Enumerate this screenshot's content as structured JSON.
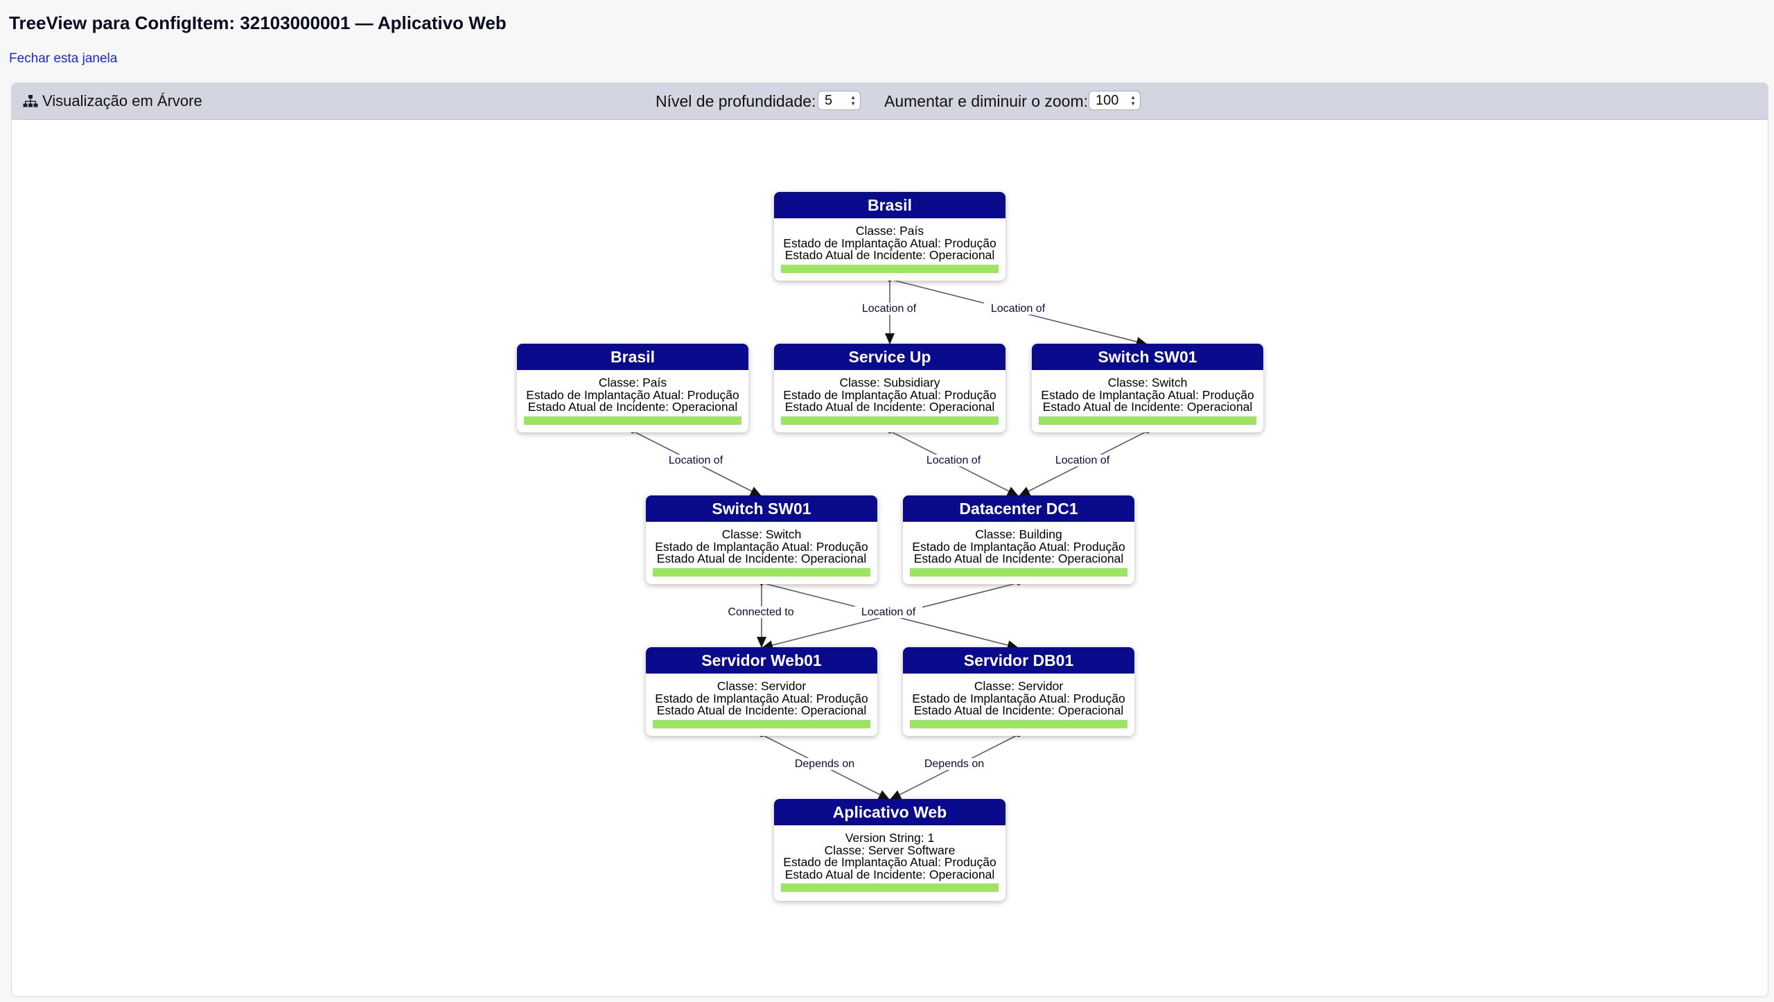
{
  "page": {
    "title": "TreeView para ConfigItem: 32103000001 — Aplicativo Web",
    "close_link": "Fechar esta janela"
  },
  "widget": {
    "title": "Visualização em Árvore",
    "title_icon": "sitemap-icon",
    "depth_label": "Nível de profundidade:",
    "depth_value": "5",
    "zoom_label": "Aumentar e diminuir o zoom:",
    "zoom_value": "100"
  },
  "colors": {
    "node_header": "#0a0a8c",
    "status_operational": "#9be562",
    "panel_header": "#d3d6e0",
    "link": "#1a28d6"
  },
  "nodes": [
    {
      "id": "n1",
      "name": "Brasil",
      "lines": [
        "Classe: País",
        "Estado de Implantação Atual: Produção",
        "Estado Atual de Incidente: Operacional"
      ]
    },
    {
      "id": "n2",
      "name": "Brasil",
      "lines": [
        "Classe: País",
        "Estado de Implantação Atual: Produção",
        "Estado Atual de Incidente: Operacional"
      ]
    },
    {
      "id": "n3",
      "name": "Service Up",
      "lines": [
        "Classe: Subsidiary",
        "Estado de Implantação Atual: Produção",
        "Estado Atual de Incidente: Operacional"
      ]
    },
    {
      "id": "n4",
      "name": "Switch SW01",
      "lines": [
        "Classe: Switch",
        "Estado de Implantação Atual: Produção",
        "Estado Atual de Incidente: Operacional"
      ]
    },
    {
      "id": "n5",
      "name": "Switch SW01",
      "lines": [
        "Classe: Switch",
        "Estado de Implantação Atual: Produção",
        "Estado Atual de Incidente: Operacional"
      ]
    },
    {
      "id": "n6",
      "name": "Datacenter DC1",
      "lines": [
        "Classe: Building",
        "Estado de Implantação Atual: Produção",
        "Estado Atual de Incidente: Operacional"
      ]
    },
    {
      "id": "n7",
      "name": "Servidor Web01",
      "lines": [
        "Classe: Servidor",
        "Estado de Implantação Atual: Produção",
        "Estado Atual de Incidente: Operacional"
      ]
    },
    {
      "id": "n8",
      "name": "Servidor DB01",
      "lines": [
        "Classe: Servidor",
        "Estado de Implantação Atual: Produção",
        "Estado Atual de Incidente: Operacional"
      ]
    },
    {
      "id": "n9",
      "name": "Aplicativo Web",
      "lines": [
        "Version String: 1",
        "Classe: Server Software",
        "Estado de Implantação Atual: Produção",
        "Estado Atual de Incidente: Operacional"
      ]
    }
  ],
  "edges": [
    {
      "from": "n1",
      "to": "n3",
      "label": "Location of"
    },
    {
      "from": "n1",
      "to": "n4",
      "label": "Location of"
    },
    {
      "from": "n2",
      "to": "n5",
      "label": "Location of"
    },
    {
      "from": "n3",
      "to": "n6",
      "label": "Location of"
    },
    {
      "from": "n4",
      "to": "n6",
      "label": "Location of"
    },
    {
      "from": "n5",
      "to": "n7",
      "label": "Connected to"
    },
    {
      "from": "n5",
      "to": "n8",
      "label": "Location of"
    },
    {
      "from": "n6",
      "to": "n7",
      "label": "Location of"
    },
    {
      "from": "n7",
      "to": "n9",
      "label": "Depends on"
    },
    {
      "from": "n8",
      "to": "n9",
      "label": "Depends on"
    }
  ]
}
